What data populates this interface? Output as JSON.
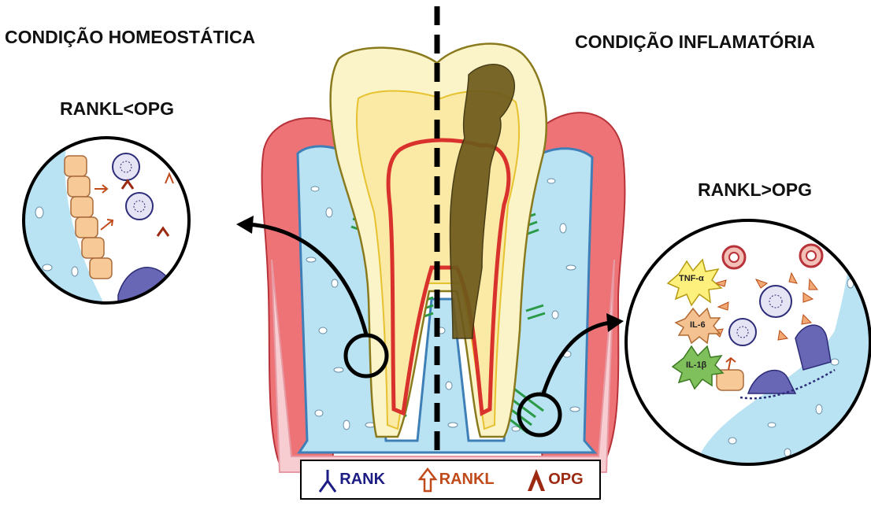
{
  "titles": {
    "left": "CONDIÇÃO HOMEOSTÁTICA",
    "right": "CONDIÇÃO INFLAMATÓRIA"
  },
  "ratios": {
    "left": "RANKL<OPG",
    "right": "RANKL>OPG"
  },
  "cytokines": [
    "TNF-α",
    "IL-6",
    "IL-1β"
  ],
  "legend": {
    "rank": "RANK",
    "rankl": "RANKL",
    "opg": "OPG"
  },
  "colors": {
    "gingiva": "#ee7377",
    "bone": "#b9e3f3",
    "enamel": "#fbf4c8",
    "dentin": "#f8e8a6",
    "pulp": "#d9312c",
    "caries": "#6d5a1b",
    "ligament": "#2a9a46",
    "rank": "#1b1c84",
    "rankl": "#c04a1a",
    "opg": "#9c2a12"
  }
}
